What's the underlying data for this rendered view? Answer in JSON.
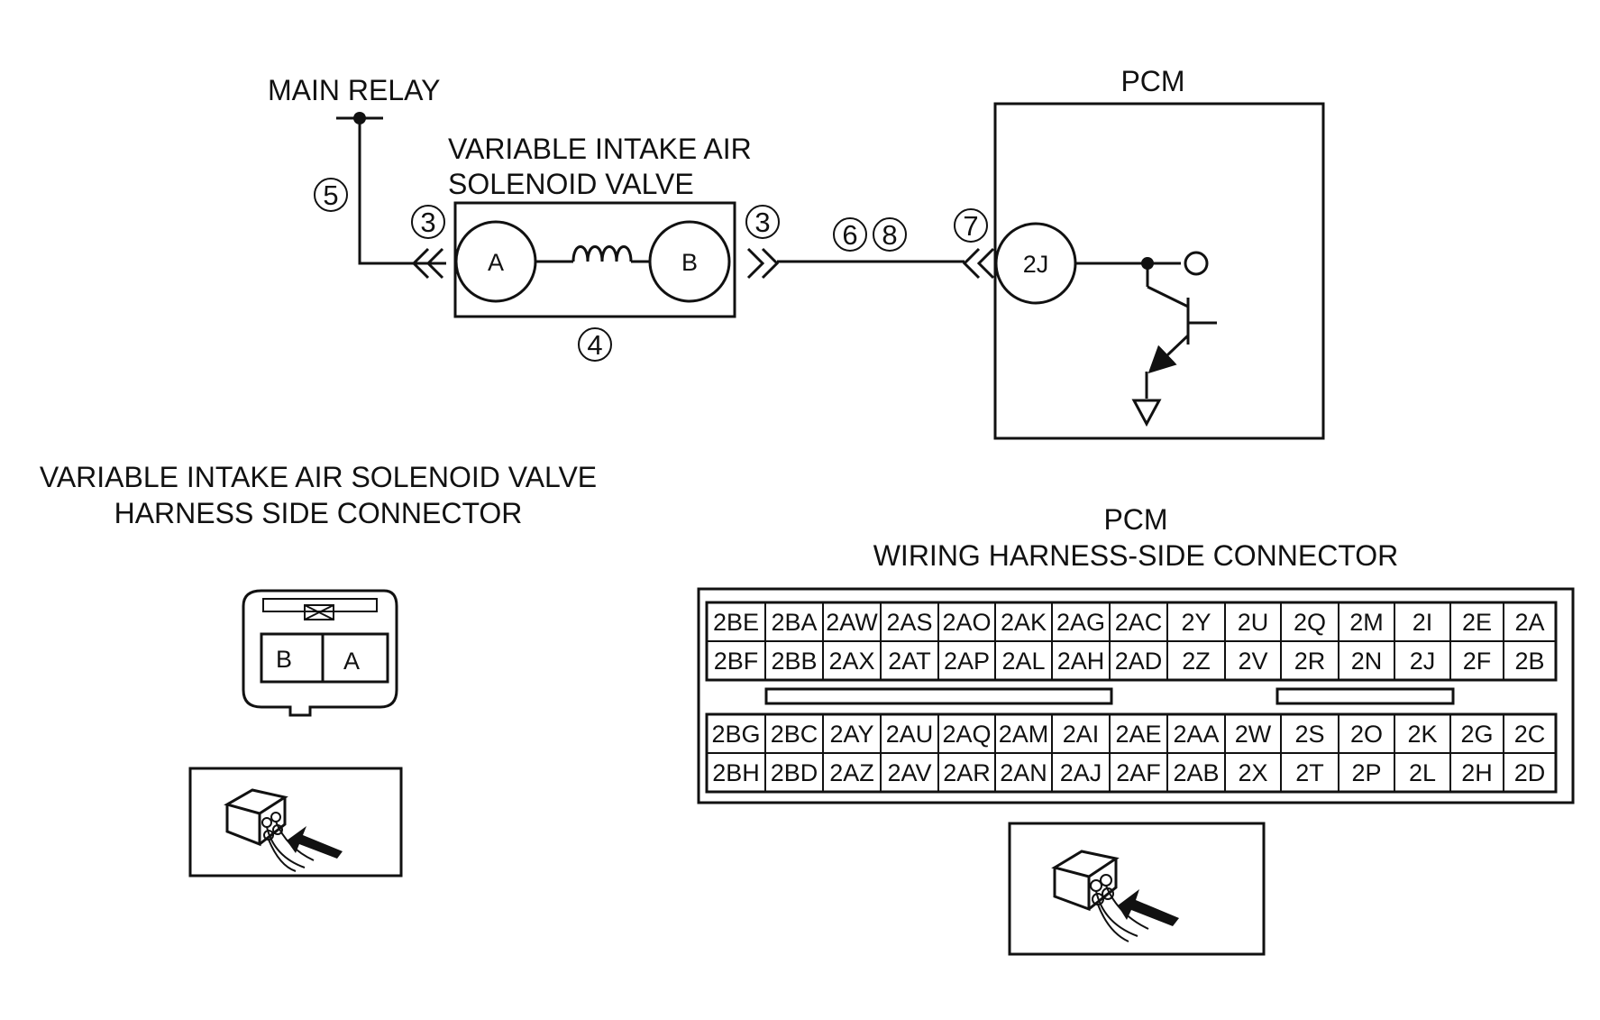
{
  "schematic": {
    "main_relay_label": "MAIN RELAY",
    "valve_label_line1": "VARIABLE INTAKE AIR",
    "valve_label_line2": "SOLENOID VALVE",
    "pcm_label": "PCM",
    "terminal_a": "A",
    "terminal_b": "B",
    "pcm_terminal": "2J",
    "callouts": {
      "wire_to_relay": "5",
      "connector_left": "3",
      "connector_right": "3",
      "valve_coil": "4",
      "harness_1": "6",
      "harness_2": "8",
      "pcm_connector": "7"
    }
  },
  "valve_connector": {
    "title_line1": "VARIABLE INTAKE AIR SOLENOID VALVE",
    "title_line2": "HARNESS SIDE CONNECTOR",
    "pins": [
      "B",
      "A"
    ]
  },
  "pcm_connector": {
    "title_line1": "PCM",
    "title_line2": "WIRING HARNESS-SIDE CONNECTOR",
    "rows": [
      [
        "2BE",
        "2BA",
        "2AW",
        "2AS",
        "2AO",
        "2AK",
        "2AG",
        "2AC",
        "2Y",
        "2U",
        "2Q",
        "2M",
        "2I",
        "2E",
        "2A"
      ],
      [
        "2BF",
        "2BB",
        "2AX",
        "2AT",
        "2AP",
        "2AL",
        "2AH",
        "2AD",
        "2Z",
        "2V",
        "2R",
        "2N",
        "2J",
        "2F",
        "2B"
      ],
      [
        "2BG",
        "2BC",
        "2AY",
        "2AU",
        "2AQ",
        "2AM",
        "2AI",
        "2AE",
        "2AA",
        "2W",
        "2S",
        "2O",
        "2K",
        "2G",
        "2C"
      ],
      [
        "2BH",
        "2BD",
        "2AZ",
        "2AV",
        "2AR",
        "2AN",
        "2AJ",
        "2AF",
        "2AB",
        "2X",
        "2T",
        "2P",
        "2L",
        "2H",
        "2D"
      ]
    ]
  }
}
